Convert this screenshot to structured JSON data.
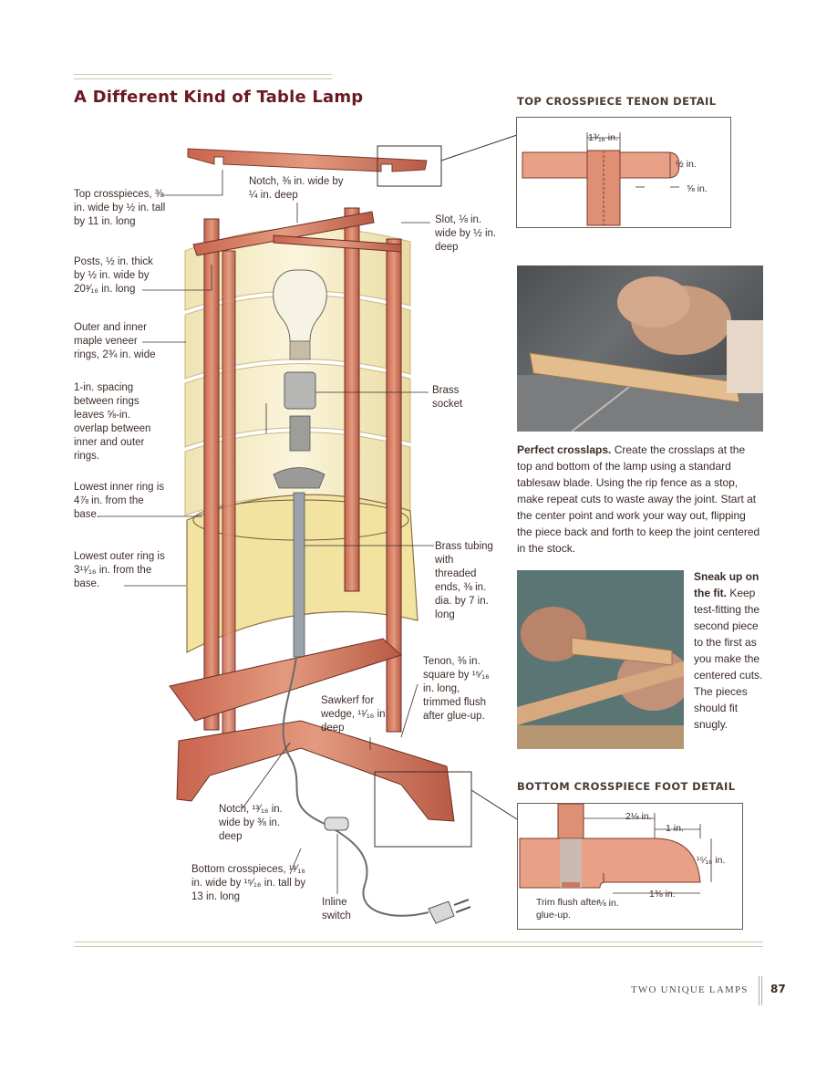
{
  "title": "A Different Kind of Table Lamp",
  "sections": {
    "top_detail": "TOP CROSSPIECE TENON DETAIL",
    "bottom_detail": "BOTTOM CROSSPIECE FOOT DETAIL"
  },
  "callouts": {
    "top_crosspieces": "Top crosspieces, ⅜ in. wide by ½ in. tall by 11 in. long",
    "notch_top": "Notch, ⅜ in. wide by ¼ in. deep",
    "slot": "Slot, ⅛ in. wide by ½ in. deep",
    "posts": "Posts, ½ in. thick by ½ in. wide by 20³⁄₁₆ in. long",
    "rings": "Outer and inner maple veneer rings, 2¾ in. wide",
    "spacing": "1-in. spacing between rings leaves ⅝-in. overlap between inner and outer rings.",
    "brass_socket": "Brass socket",
    "lowest_inner": "Lowest inner ring is 4⅞ in. from the base.",
    "lowest_outer": "Lowest outer ring is 3¹¹⁄₁₆ in. from the base.",
    "brass_tubing": "Brass tubing with threaded ends, ⅜ in. dia. by 7 in. long",
    "tenon": "Tenon, ⅜ in. square by ¹⁵⁄₁₆ in. long, trimmed flush after glue-up.",
    "sawkerf": "Sawkerf for wedge, ¹¹⁄₁₆ in. deep",
    "notch_bottom": "Notch, ¹³⁄₁₆ in. wide by ⅜ in. deep",
    "bottom_crosspieces": "Bottom crosspieces, ¹³⁄₁₆ in. wide by ¹⁵⁄₁₆ in. tall by 13 in. long",
    "inline_switch": "Inline switch"
  },
  "top_detail_dims": {
    "width": "1³⁄₁₆ in.",
    "height": "½ in.",
    "offset": "⅝ in."
  },
  "bottom_detail_dims": {
    "overall": "2⅛ in.",
    "inner": "1 in.",
    "height": "¹⁵⁄₁₆ in.",
    "trim_gap": "⅛ in.",
    "curve": "1⅜ in.",
    "trim_note": "Trim flush after glue-up."
  },
  "caption1": {
    "lead": "Perfect crosslaps.",
    "body": " Create the crosslaps at the top and bottom of the lamp using a standard tablesaw blade. Using the rip fence as a stop, make repeat cuts to waste away the joint. Start at the center point and work your way out, flipping the piece back and forth to keep the joint centered in the stock."
  },
  "caption2": {
    "lead": "Sneak up on the fit.",
    "body": " Keep test-fitting the second piece to the first as you make the centered cuts. The pieces should fit snugly."
  },
  "footer": {
    "running": "TWO UNIQUE LAMPS",
    "page": "87"
  },
  "colors": {
    "title": "#6b1a22",
    "wood": "#d9826a",
    "shade": "#f5ecc4"
  }
}
